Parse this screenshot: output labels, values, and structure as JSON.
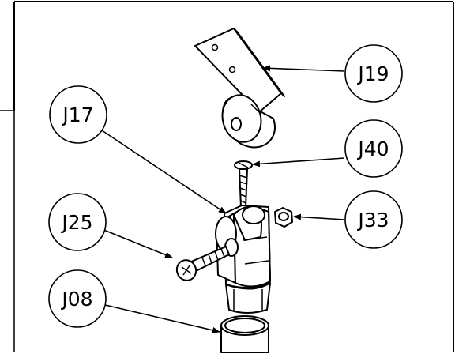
{
  "callouts": {
    "j19": "J19",
    "j17": "J17",
    "j40": "J40",
    "j25": "J25",
    "j33": "J33",
    "j08": "J08"
  },
  "colors": {
    "line": "#000000",
    "background": "#ffffff"
  }
}
